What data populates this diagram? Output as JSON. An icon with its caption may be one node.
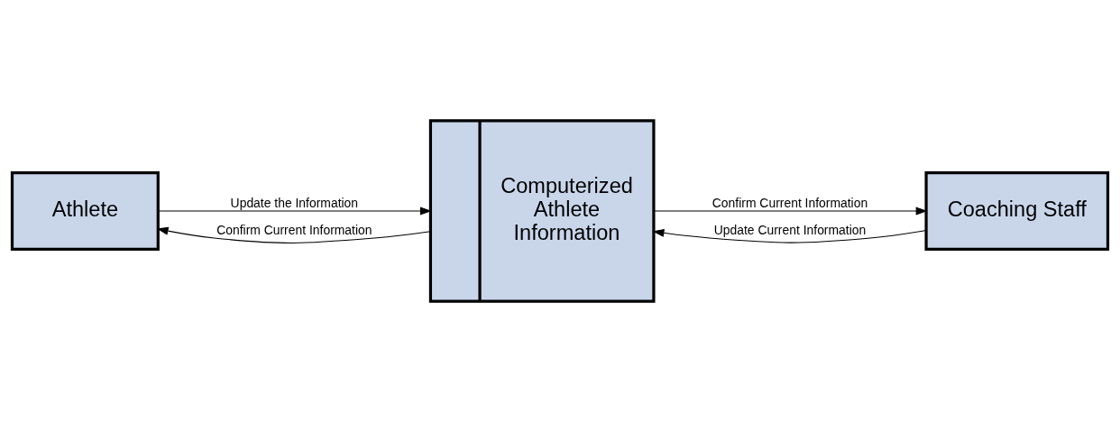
{
  "diagram": {
    "nodes": [
      {
        "text": [
          "Athlete"
        ]
      },
      {
        "text": [
          "Computerized Athlete Information"
        ]
      },
      {
        "text": [
          "Coaching Staff"
        ]
      }
    ],
    "edges": [
      {
        "from": 0,
        "to": 1,
        "arrow": "to",
        "label": "Update the Information"
      },
      {
        "from": 1,
        "to": 2,
        "arrow": "to",
        "label": "Confirm Current Information"
      },
      {
        "from": 1,
        "to": 0,
        "arrow": "to",
        "label": "Confirm Current Information"
      },
      {
        "from": 2,
        "to": 1,
        "arrow": "to",
        "label": "Update Current Information"
      }
    ]
  }
}
